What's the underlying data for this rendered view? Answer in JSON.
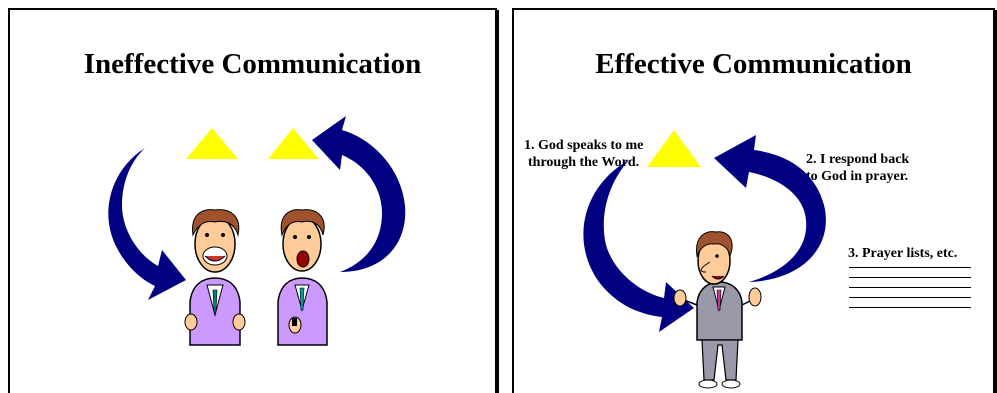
{
  "slides": {
    "left": {
      "title": "Ineffective Communication"
    },
    "right": {
      "title": "Effective Communication",
      "step1_line1": "1. God speaks to me",
      "step1_line2": "through the Word.",
      "step2_line1": "2. I respond back",
      "step2_line2": "to God in prayer.",
      "step3": "3. Prayer  lists, etc."
    }
  },
  "colors": {
    "triangle": "#ffff00",
    "arrow": "#000080",
    "suit": "#cc99ff",
    "suit_gray": "#9999aa"
  }
}
